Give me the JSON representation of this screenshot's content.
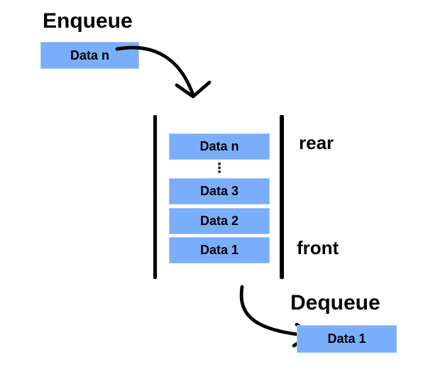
{
  "diagram": {
    "enqueue": {
      "title": "Enqueue",
      "box_label": "Data n"
    },
    "dequeue": {
      "title": "Dequeue",
      "box_label": "Data 1"
    },
    "queue": {
      "rear_label": "rear",
      "front_label": "front",
      "ellipsis": "⋮",
      "cells": [
        {
          "label": "Data n"
        },
        {
          "label": "Data 3"
        },
        {
          "label": "Data 2"
        },
        {
          "label": "Data 1"
        }
      ]
    },
    "colors": {
      "box_fill": "#7aaefa",
      "box_border": "#a2c6fb",
      "stroke": "#000000"
    }
  }
}
